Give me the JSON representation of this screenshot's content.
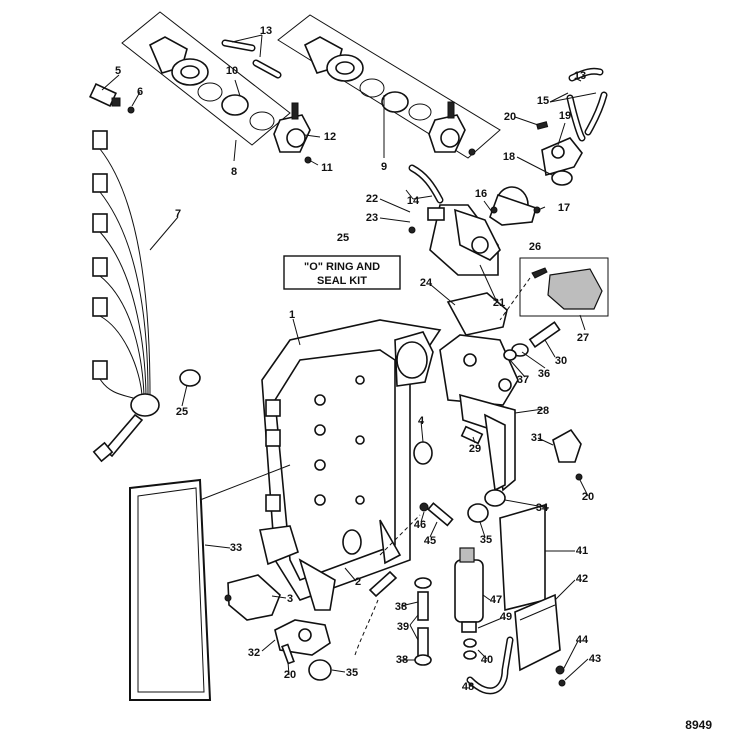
{
  "figure_number": "8949",
  "kit_label": {
    "line1": "\"O\" RING AND",
    "line2": "SEAL KIT"
  },
  "callouts": [
    {
      "id": "c13a",
      "text": "13"
    },
    {
      "id": "c5",
      "text": "5"
    },
    {
      "id": "c6",
      "text": "6"
    },
    {
      "id": "c10",
      "text": "10"
    },
    {
      "id": "c12",
      "text": "12"
    },
    {
      "id": "c11",
      "text": "11"
    },
    {
      "id": "c8",
      "text": "8"
    },
    {
      "id": "c9",
      "text": "9"
    },
    {
      "id": "c7",
      "text": "7"
    },
    {
      "id": "c13b",
      "text": "13"
    },
    {
      "id": "c15",
      "text": "15"
    },
    {
      "id": "c20a",
      "text": "20"
    },
    {
      "id": "c19",
      "text": "19"
    },
    {
      "id": "c18",
      "text": "18"
    },
    {
      "id": "c14",
      "text": "14"
    },
    {
      "id": "c22",
      "text": "22"
    },
    {
      "id": "c23",
      "text": "23"
    },
    {
      "id": "c16",
      "text": "16"
    },
    {
      "id": "c17",
      "text": "17"
    },
    {
      "id": "c25a",
      "text": "25"
    },
    {
      "id": "c26",
      "text": "26"
    },
    {
      "id": "c24",
      "text": "24"
    },
    {
      "id": "c21",
      "text": "21"
    },
    {
      "id": "c27",
      "text": "27"
    },
    {
      "id": "c1",
      "text": "1"
    },
    {
      "id": "c25b",
      "text": "25"
    },
    {
      "id": "c30",
      "text": "30"
    },
    {
      "id": "c36",
      "text": "36"
    },
    {
      "id": "c37",
      "text": "37"
    },
    {
      "id": "c28",
      "text": "28"
    },
    {
      "id": "c4",
      "text": "4"
    },
    {
      "id": "c31",
      "text": "31"
    },
    {
      "id": "c29",
      "text": "29"
    },
    {
      "id": "c20b",
      "text": "20"
    },
    {
      "id": "c34",
      "text": "34"
    },
    {
      "id": "c46",
      "text": "46"
    },
    {
      "id": "c45",
      "text": "45"
    },
    {
      "id": "c35a",
      "text": "35"
    },
    {
      "id": "c33",
      "text": "33"
    },
    {
      "id": "c41",
      "text": "41"
    },
    {
      "id": "c2",
      "text": "2"
    },
    {
      "id": "c42",
      "text": "42"
    },
    {
      "id": "c3",
      "text": "3"
    },
    {
      "id": "c47",
      "text": "47"
    },
    {
      "id": "c38a",
      "text": "38"
    },
    {
      "id": "c39",
      "text": "39"
    },
    {
      "id": "c49",
      "text": "49"
    },
    {
      "id": "c32",
      "text": "32"
    },
    {
      "id": "c40",
      "text": "40"
    },
    {
      "id": "c44",
      "text": "44"
    },
    {
      "id": "c43",
      "text": "43"
    },
    {
      "id": "c38b",
      "text": "38"
    },
    {
      "id": "c20c",
      "text": "20"
    },
    {
      "id": "c35b",
      "text": "35"
    },
    {
      "id": "c48",
      "text": "48"
    }
  ]
}
